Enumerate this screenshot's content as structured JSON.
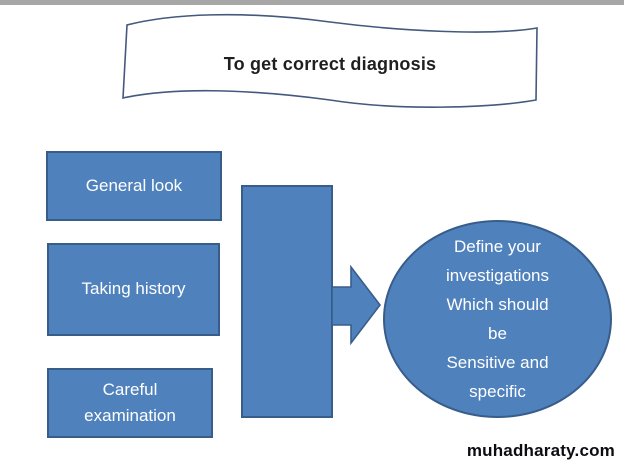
{
  "banner": {
    "title": "To get correct diagnosis"
  },
  "steps": [
    {
      "label": "General look"
    },
    {
      "label": "Taking history"
    },
    {
      "label": "Careful examination"
    }
  ],
  "arrow": {
    "direction": "right"
  },
  "conclusion": {
    "lines": [
      "Define your",
      "investigations",
      "Which should",
      "be",
      "Sensitive and",
      "specific"
    ]
  },
  "watermark": "muhadharaty.com",
  "colors": {
    "shape_fill": "#4f81bd",
    "shape_border": "#385d8a",
    "banner_outline": "#44597d",
    "banner_fill": "#ffffff",
    "banner_text": "#1f1f1f",
    "text_on_shapes": "#ffffff",
    "top_bar": "#a7a7a7",
    "watermark_text": "#0c0c11"
  }
}
